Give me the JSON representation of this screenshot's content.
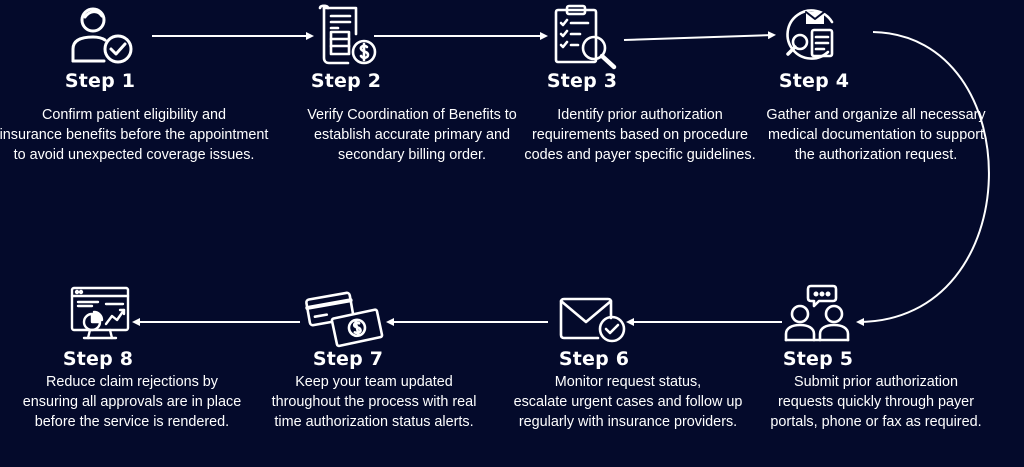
{
  "steps": [
    {
      "title": "Step 1",
      "icon": "patient-check-icon",
      "lines": [
        "Confirm patient eligibility and",
        "insurance benefits before the appointment",
        "to avoid unexpected coverage issues."
      ]
    },
    {
      "title": "Step 2",
      "icon": "billing-document-dollar-icon",
      "lines": [
        "Verify Coordination of Benefits to",
        "establish accurate primary and",
        "secondary billing order."
      ]
    },
    {
      "title": "Step 3",
      "icon": "checklist-search-icon",
      "lines": [
        "Identify prior authorization",
        "requirements based on procedure",
        "codes and payer specific guidelines."
      ]
    },
    {
      "title": "Step 4",
      "icon": "document-gather-icon",
      "lines": [
        "Gather and organize all necessary",
        "medical documentation to support",
        "the authorization request."
      ]
    },
    {
      "title": "Step 5",
      "icon": "people-chat-icon",
      "lines": [
        "Submit prior authorization",
        "requests quickly through payer",
        "portals, phone or fax as required."
      ]
    },
    {
      "title": "Step 6",
      "icon": "envelope-check-icon",
      "lines": [
        "Monitor request status,",
        "escalate urgent cases and follow up",
        "regularly with insurance providers."
      ]
    },
    {
      "title": "Step 7",
      "icon": "card-cash-icon",
      "lines": [
        "Keep your team updated",
        "throughout the process with real",
        "time authorization status alerts."
      ]
    },
    {
      "title": "Step 8",
      "icon": "analytics-dashboard-icon",
      "lines": [
        "Reduce claim rejections by",
        "ensuring all approvals are in place",
        "before the service is rendered."
      ]
    }
  ],
  "colors": {
    "background": "#040a2b",
    "foreground": "#ffffff"
  }
}
